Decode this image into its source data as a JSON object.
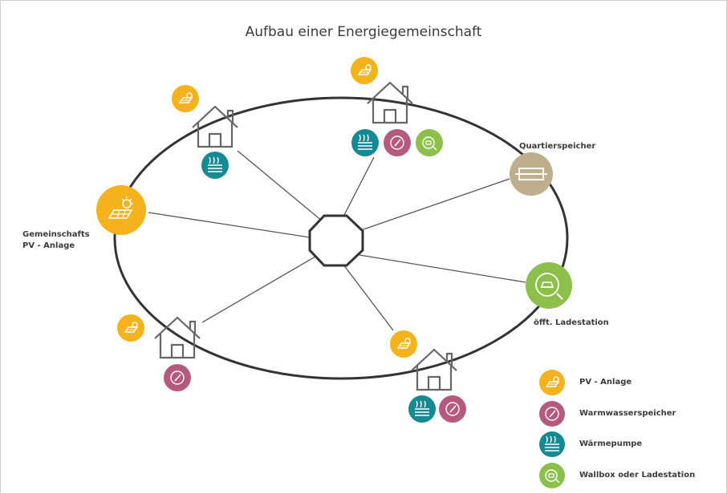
{
  "title": "Aufbau einer Energiegemeinschaft",
  "labels": {
    "quartierspeicher": "Quartierspeicher",
    "gemeinschafts_line1": "Gemeinschafts",
    "gemeinschafts_line2": "PV - Anlage",
    "ladestation": "öfft. Ladestation"
  },
  "legend": [
    {
      "key": "pv",
      "label": "PV - Anlage",
      "color": "#f4b21c"
    },
    {
      "key": "warmwasser",
      "label": "Warmwasserspeicher",
      "color": "#b55a7c"
    },
    {
      "key": "waermepumpe",
      "label": "Wärmepumpe",
      "color": "#168a92"
    },
    {
      "key": "wallbox",
      "label": "Wallbox oder Ladestation",
      "color": "#8cc04a"
    }
  ],
  "colors": {
    "pv": "#f4b21c",
    "warmwasser": "#b55a7c",
    "waermepumpe": "#168a92",
    "wallbox": "#8cc04a",
    "speicher": "#bfae8e",
    "line": "#333333"
  }
}
